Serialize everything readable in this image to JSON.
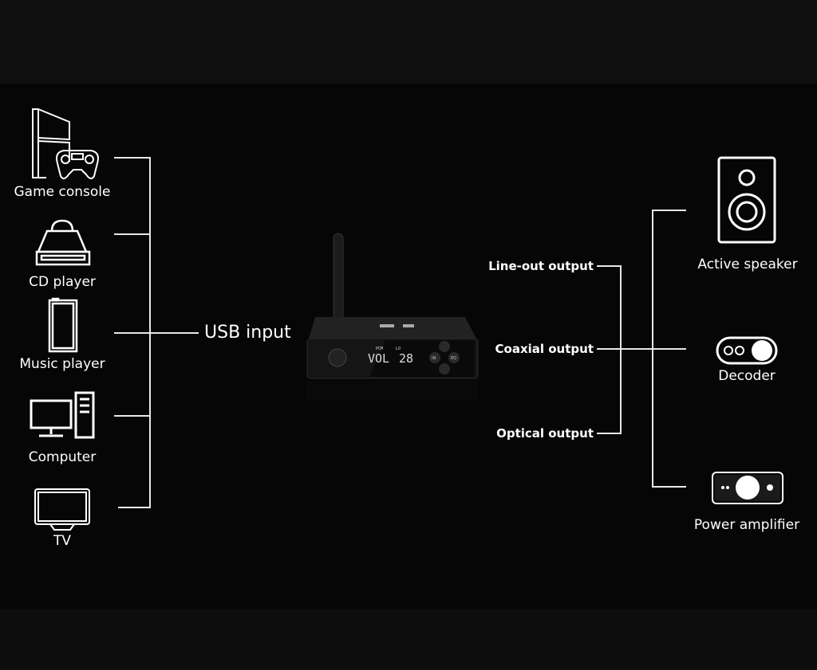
{
  "inputs": {
    "title": "USB input",
    "sources": [
      {
        "label": "Game console",
        "icon": "game-console-icon"
      },
      {
        "label": "CD player",
        "icon": "cd-player-icon"
      },
      {
        "label": "Music player",
        "icon": "music-player-icon"
      },
      {
        "label": "Computer",
        "icon": "computer-icon"
      },
      {
        "label": "TV",
        "icon": "tv-icon"
      }
    ]
  },
  "device": {
    "display_top_left": "PCM",
    "display_main_left": "VOL",
    "display_top_right": "LO",
    "display_main_right": "28",
    "button_in": "IN",
    "button_eq": "EQ"
  },
  "outputs": {
    "types": [
      "Line-out output",
      "Coaxial output",
      "Optical output"
    ],
    "targets": [
      {
        "label": "Active speaker",
        "icon": "speaker-icon"
      },
      {
        "label": "Decoder",
        "icon": "decoder-icon"
      },
      {
        "label": "Power amplifier",
        "icon": "power-amplifier-icon"
      }
    ]
  },
  "colors": {
    "background": "#060606",
    "line": "#e8e8e8"
  }
}
